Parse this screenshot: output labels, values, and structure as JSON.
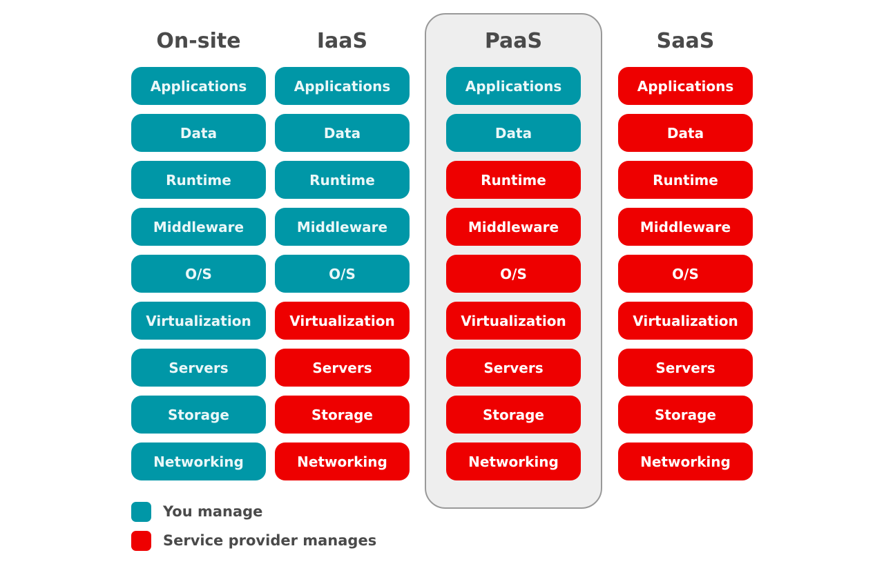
{
  "colors": {
    "you_manage": "#0097a7",
    "provider_manages": "#ee0000",
    "highlight_bg": "#eeeeee",
    "highlight_border": "#999999",
    "title_text": "#4a4a4a"
  },
  "columns": [
    {
      "title": "On-site",
      "highlighted": false,
      "layers": [
        {
          "label": "Applications",
          "manager": "you"
        },
        {
          "label": "Data",
          "manager": "you"
        },
        {
          "label": "Runtime",
          "manager": "you"
        },
        {
          "label": "Middleware",
          "manager": "you"
        },
        {
          "label": "O/S",
          "manager": "you"
        },
        {
          "label": "Virtualization",
          "manager": "you"
        },
        {
          "label": "Servers",
          "manager": "you"
        },
        {
          "label": "Storage",
          "manager": "you"
        },
        {
          "label": "Networking",
          "manager": "you"
        }
      ]
    },
    {
      "title": "IaaS",
      "highlighted": false,
      "layers": [
        {
          "label": "Applications",
          "manager": "you"
        },
        {
          "label": "Data",
          "manager": "you"
        },
        {
          "label": "Runtime",
          "manager": "you"
        },
        {
          "label": "Middleware",
          "manager": "you"
        },
        {
          "label": "O/S",
          "manager": "you"
        },
        {
          "label": "Virtualization",
          "manager": "provider"
        },
        {
          "label": "Servers",
          "manager": "provider"
        },
        {
          "label": "Storage",
          "manager": "provider"
        },
        {
          "label": "Networking",
          "manager": "provider"
        }
      ]
    },
    {
      "title": "PaaS",
      "highlighted": true,
      "layers": [
        {
          "label": "Applications",
          "manager": "you"
        },
        {
          "label": "Data",
          "manager": "you"
        },
        {
          "label": "Runtime",
          "manager": "provider"
        },
        {
          "label": "Middleware",
          "manager": "provider"
        },
        {
          "label": "O/S",
          "manager": "provider"
        },
        {
          "label": "Virtualization",
          "manager": "provider"
        },
        {
          "label": "Servers",
          "manager": "provider"
        },
        {
          "label": "Storage",
          "manager": "provider"
        },
        {
          "label": "Networking",
          "manager": "provider"
        }
      ]
    },
    {
      "title": "SaaS",
      "highlighted": false,
      "layers": [
        {
          "label": "Applications",
          "manager": "provider"
        },
        {
          "label": "Data",
          "manager": "provider"
        },
        {
          "label": "Runtime",
          "manager": "provider"
        },
        {
          "label": "Middleware",
          "manager": "provider"
        },
        {
          "label": "O/S",
          "manager": "provider"
        },
        {
          "label": "Virtualization",
          "manager": "provider"
        },
        {
          "label": "Servers",
          "manager": "provider"
        },
        {
          "label": "Storage",
          "manager": "provider"
        },
        {
          "label": "Networking",
          "manager": "provider"
        }
      ]
    }
  ],
  "legend": {
    "you_manage": "You manage",
    "provider_manages": "Service provider manages"
  }
}
